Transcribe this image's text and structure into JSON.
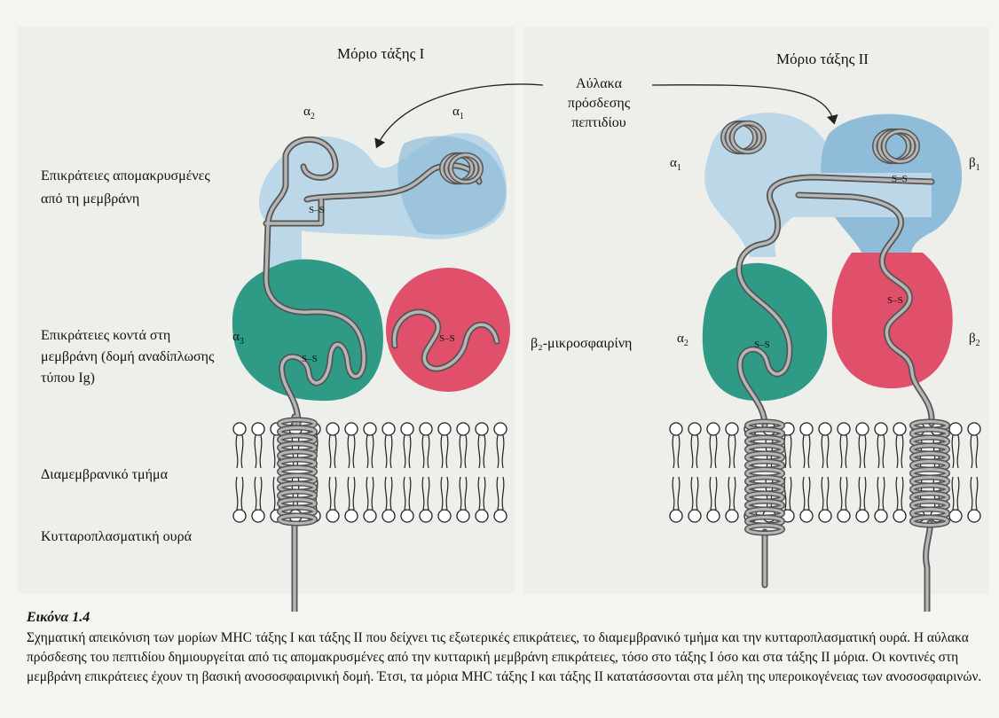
{
  "labels": {
    "class1_title": "Μόριο τάξης Ι",
    "class2_title": "Μόριο τάξης ΙΙ",
    "groove": [
      "Αύλακα",
      "πρόσδεσης",
      "πεπτιδίου"
    ],
    "distal_domains": [
      "Επικράτειες απομακρυσμένες",
      "από τη μεμβράνη"
    ],
    "proximal_domains": [
      "Επικράτειες κοντά στη",
      "μεμβράνη (δομή αναδίπλωσης",
      "τύπου Ig)"
    ],
    "transmembrane": "Διαμεμβρανικό τμήμα",
    "cytoplasmic": "Κυτταροπλασματική ουρά",
    "b2m": "β₂-μικροσφαιρίνη",
    "disulfide": "S–S",
    "alpha": "α",
    "beta": "β"
  },
  "chains": {
    "class1": {
      "a2": "2",
      "a1": "1",
      "a3": "3"
    },
    "class2": {
      "a1": "1",
      "b1": "1",
      "a2": "2",
      "b2": "2"
    }
  },
  "colors": {
    "distal_blue": "#bcd8e8",
    "distal_blue_dark": "#8fbdd9",
    "proximal_green": "#2f9a85",
    "b2m_pink": "#e0506a",
    "chain": "#8a8a8a"
  },
  "caption": {
    "title": "Εικόνα 1.4",
    "text": "Σχηματική απεικόνιση των μορίων MHC τάξης Ι και τάξης ΙΙ που δείχνει τις εξωτερικές επικράτειες, το διαμεμβρανικό τμήμα και την κυτταροπλασματική ουρά. Η αύλακα πρόσδεσης του πεπτιδίου δημιουργείται από τις απομακρυσμένες από την κυτταρική μεμβράνη επικράτειες, τόσο στο τάξης Ι όσο και στα τάξης ΙΙ μόρια. Οι κοντινές στη μεμβράνη επικράτειες έχουν τη βασική ανοσοσφαιρινική δομή. Έτσι, τα μόρια MHC τάξης Ι και τάξης ΙΙ κατατάσσονται στα μέλη της υπεροικογένειας των ανοσοσφαιρινών."
  }
}
